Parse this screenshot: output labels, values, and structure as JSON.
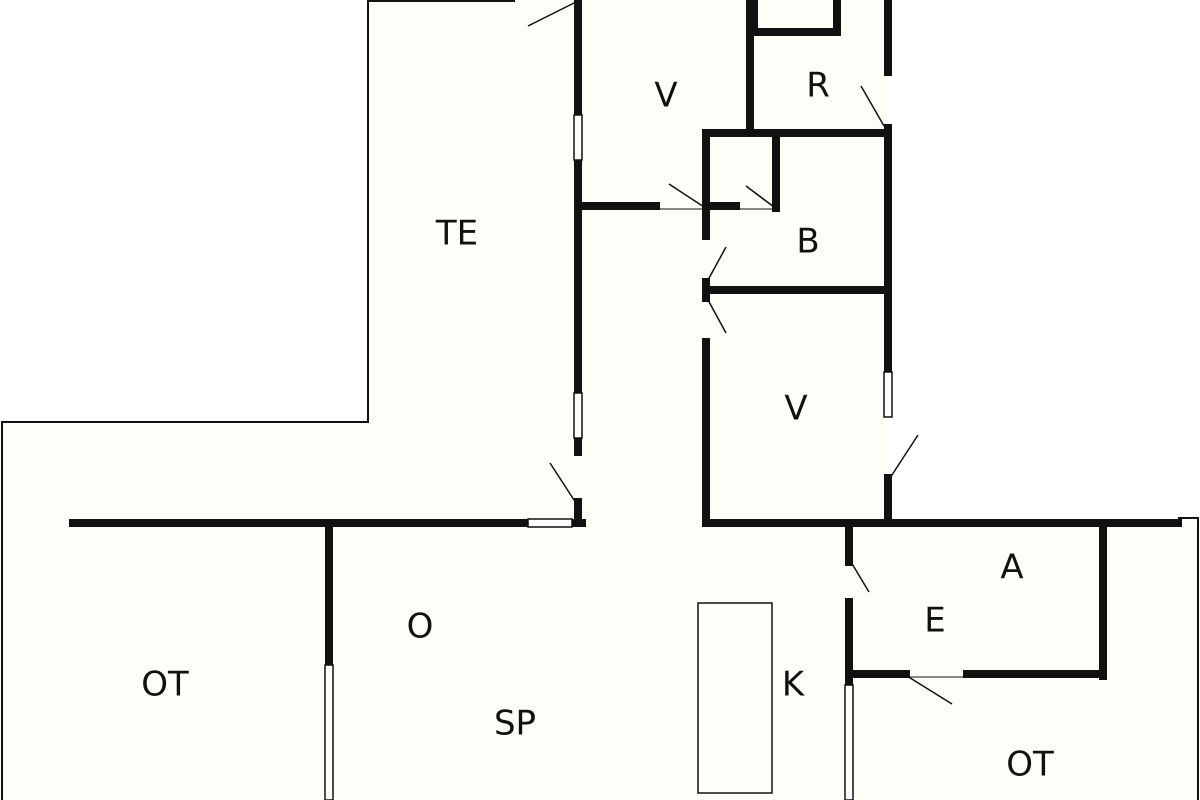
{
  "colors": {
    "floor": "#fdfef7",
    "wall": "#111111",
    "background": "#ffffff"
  },
  "labels": {
    "terrace": "TE",
    "bedroom_top": "V",
    "room_r": "R",
    "bathroom": "B",
    "bedroom_mid": "V",
    "hall_o": "O",
    "dining": "SP",
    "kitchen": "K",
    "entrance": "E",
    "utility": "A",
    "outdoor_left": "OT",
    "outdoor_right": "OT"
  }
}
